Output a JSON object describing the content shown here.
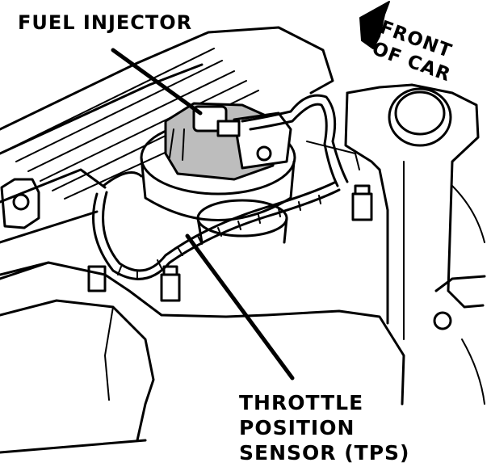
{
  "labels": {
    "fuel_injector": "FUEL INJECTOR",
    "front_line1": "FRONT",
    "front_line2": "OF CAR",
    "tps_line1": "THROTTLE",
    "tps_line2": "POSITION",
    "tps_line3": "SENSOR (TPS)"
  },
  "colors": {
    "ink": "#000000",
    "paper": "#ffffff",
    "shade": "#bdbdbd"
  }
}
